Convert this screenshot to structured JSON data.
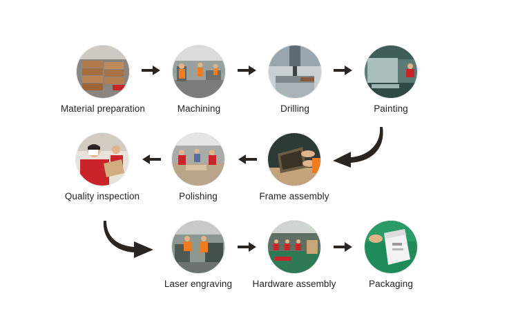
{
  "steps": [
    {
      "label": "Material preparation",
      "photo": "material-preparation-photo"
    },
    {
      "label": "Machining",
      "photo": "machining-photo"
    },
    {
      "label": "Drilling",
      "photo": "drilling-photo"
    },
    {
      "label": "Painting",
      "photo": "painting-photo"
    },
    {
      "label": "Frame assembly",
      "photo": "frame-assembly-photo"
    },
    {
      "label": "Polishing",
      "photo": "polishing-photo"
    },
    {
      "label": "Quality inspection",
      "photo": "quality-inspection-photo"
    },
    {
      "label": "Laser engraving",
      "photo": "laser-engraving-photo"
    },
    {
      "label": "Hardware assembly",
      "photo": "hardware-assembly-photo"
    },
    {
      "label": "Packaging",
      "photo": "packaging-photo"
    }
  ],
  "colors": {
    "arrow": "#2b2521",
    "label": "#222222",
    "worker_orange": "#f07c1e",
    "worker_red": "#c8242a"
  }
}
